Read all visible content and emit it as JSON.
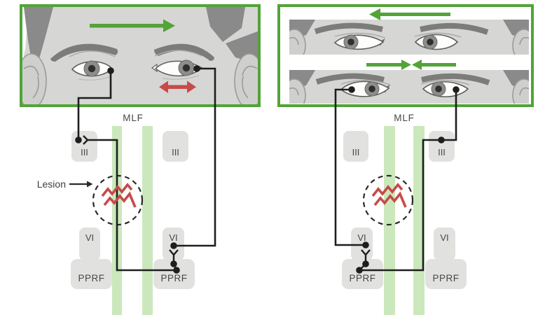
{
  "colors": {
    "panel_green": "#53a339",
    "mlf_green": "#cbe8bc",
    "nucleus_gray": "#e1e1df",
    "face_gray": "#d6d6d4",
    "hair_gray": "#8a8a8a",
    "red": "#c64b48",
    "wire_black": "#1e1e1e",
    "label_gray": "#474747"
  },
  "left_panel": {
    "mlf_label": "MLF",
    "lesion_label": "Lesion",
    "third_nucleus_left": "III",
    "third_nucleus_right": "III",
    "sixth_nucleus_left": "VI",
    "sixth_nucleus_right": "VI",
    "pprf_left": "PPRF",
    "pprf_right": "PPRF"
  },
  "right_panel": {
    "mlf_label": "MLF",
    "third_nucleus_left": "III",
    "third_nucleus_right": "III",
    "sixth_nucleus_left": "VI",
    "sixth_nucleus_right": "VI",
    "pprf_left": "PPRF",
    "pprf_right": "PPRF"
  }
}
